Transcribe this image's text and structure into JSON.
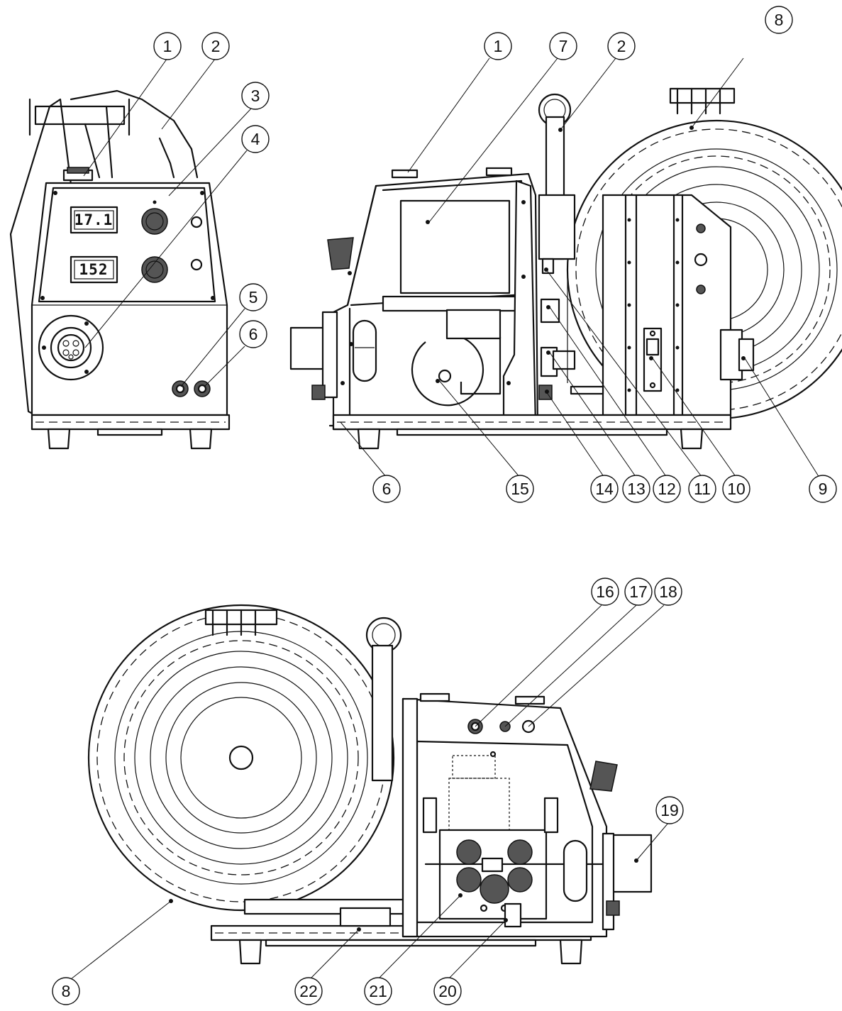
{
  "displays": {
    "upper": "17.1",
    "lower": "152"
  },
  "callouts": {
    "front": [
      "1",
      "2",
      "3",
      "4",
      "5",
      "6"
    ],
    "left_side": [
      "1",
      "7",
      "2",
      "8",
      "6",
      "15",
      "14",
      "13",
      "12",
      "11",
      "10",
      "9"
    ],
    "right_side": [
      "16",
      "17",
      "18",
      "19",
      "8",
      "22",
      "21",
      "20"
    ]
  }
}
